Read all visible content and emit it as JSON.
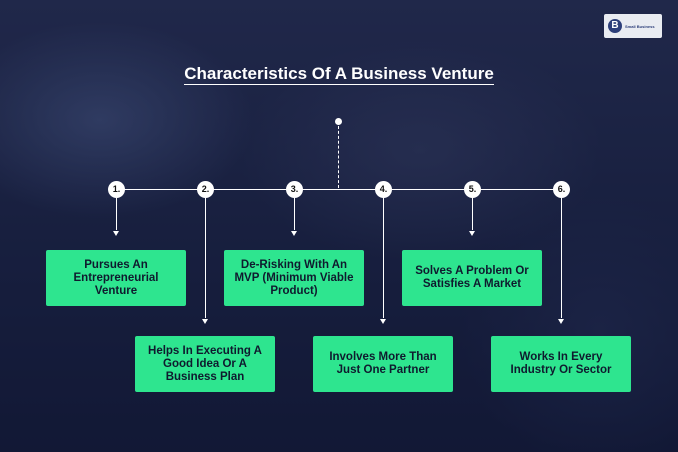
{
  "logo": {
    "mark": "B",
    "text": "Small Business"
  },
  "title": "Characteristics Of A Business Venture",
  "steps": [
    {
      "number": "1.",
      "label": "Pursues An Entrepreneurial Venture"
    },
    {
      "number": "2.",
      "label": "Helps In Executing A Good Idea Or A Business Plan"
    },
    {
      "number": "3.",
      "label": "De-Risking With An MVP (Minimum Viable Product)"
    },
    {
      "number": "4.",
      "label": "Involves More Than Just One Partner"
    },
    {
      "number": "5.",
      "label": "Solves A Problem Or Satisfies A Market"
    },
    {
      "number": "6.",
      "label": "Works In Every Industry Or Sector"
    }
  ]
}
